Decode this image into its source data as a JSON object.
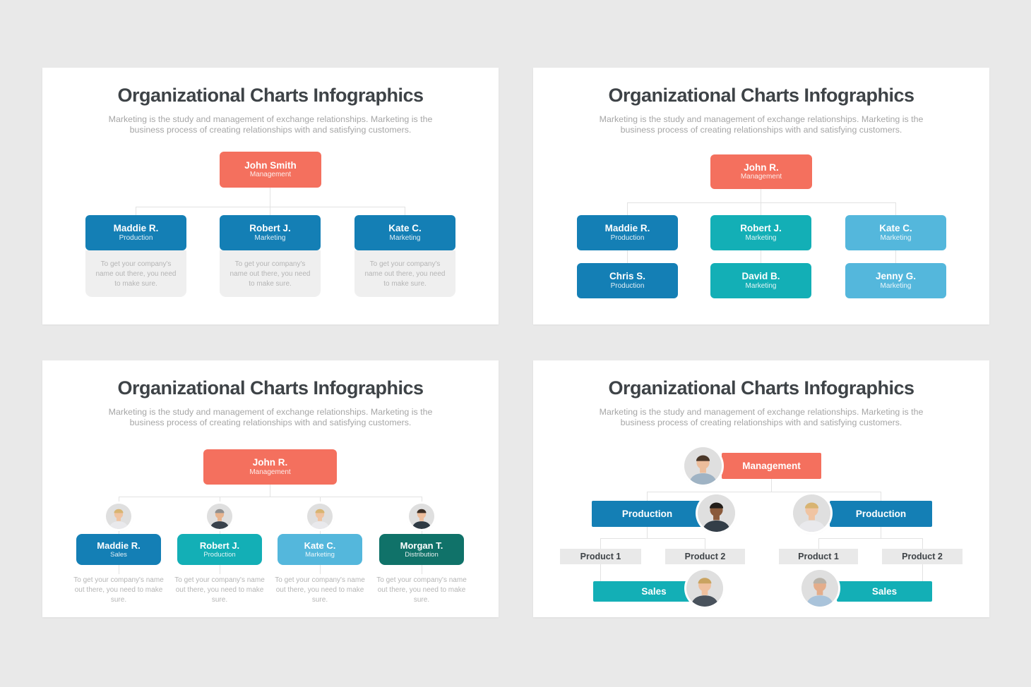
{
  "background_color": "#E9E9E9",
  "colors": {
    "coral": "#F4705E",
    "blue": "#147FB5",
    "teal": "#13AFB6",
    "light_blue": "#54B7DC",
    "dark_green": "#107269",
    "caption_box": "#EFEFEF",
    "product_bar": "#E9E9E9",
    "connector": "#E2E2E2",
    "title_text": "#3E4347",
    "subtitle_text": "#A6A6A6",
    "caption_text": "#B5B5B5"
  },
  "slides": [
    {
      "title": "Organizational Charts Infographics",
      "subtitle": "Marketing is the study and management of exchange relationships. Marketing is the business process of creating relationships with and satisfying customers.",
      "caption": "To get your company's name out there, you need to make sure.",
      "root": {
        "name": "John Smith",
        "role": "Management"
      },
      "children": [
        {
          "name": "Maddie R.",
          "role": "Production"
        },
        {
          "name": "Robert J.",
          "role": "Marketing"
        },
        {
          "name": "Kate C.",
          "role": "Marketing"
        }
      ]
    },
    {
      "title": "Organizational Charts Infographics",
      "subtitle": "Marketing is the study and management of exchange relationships. Marketing is the business process of creating relationships with and satisfying customers.",
      "root": {
        "name": "John R.",
        "role": "Management"
      },
      "columns": [
        {
          "top": {
            "name": "Maddie R.",
            "role": "Production"
          },
          "bottom": {
            "name": "Chris S.",
            "role": "Production"
          }
        },
        {
          "top": {
            "name": "Robert J.",
            "role": "Marketing"
          },
          "bottom": {
            "name": "David B.",
            "role": "Marketing"
          }
        },
        {
          "top": {
            "name": "Kate C.",
            "role": "Marketing"
          },
          "bottom": {
            "name": "Jenny G.",
            "role": "Marketing"
          }
        }
      ]
    },
    {
      "title": "Organizational Charts Infographics",
      "subtitle": "Marketing is the study and management of exchange relationships. Marketing is the business process of creating relationships with and satisfying customers.",
      "caption": "To get your company's name out there, you need to make sure.",
      "root": {
        "name": "John R.",
        "role": "Management"
      },
      "members": [
        {
          "name": "Maddie R.",
          "role": "Sales"
        },
        {
          "name": "Robert J.",
          "role": "Production"
        },
        {
          "name": "Kate C.",
          "role": "Marketing"
        },
        {
          "name": "Morgan T.",
          "role": "Distribution"
        }
      ]
    },
    {
      "title": "Organizational Charts Infographics",
      "subtitle": "Marketing is the study and management of exchange relationships. Marketing is the business process of creating relationships with and satisfying customers.",
      "management": "Management",
      "groups": [
        {
          "production": "Production",
          "product1": "Product 1",
          "product2": "Product 2",
          "sales": "Sales"
        },
        {
          "production": "Production",
          "product1": "Product 1",
          "product2": "Product 2",
          "sales": "Sales"
        }
      ]
    }
  ]
}
